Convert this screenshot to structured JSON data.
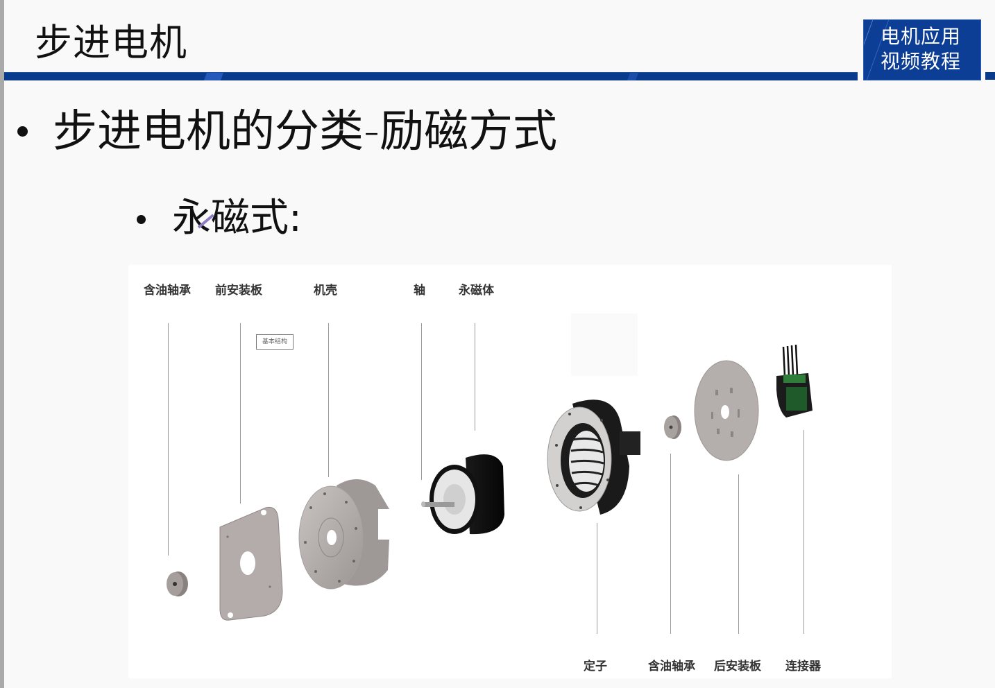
{
  "slide": {
    "title": "步进电机",
    "badge": {
      "line1": "电机应用",
      "line2": "视频教程"
    },
    "bullets": [
      {
        "level": 1,
        "text": "步进电机的分类-励磁方式"
      },
      {
        "level": 2,
        "text": "永磁式:"
      }
    ],
    "colors": {
      "accent": "#0a3a8c",
      "badge_bg": "#0d3e96",
      "text": "#111111"
    }
  },
  "diagram": {
    "tag": "基本结构",
    "top_labels": [
      {
        "text": "含油轴承"
      },
      {
        "text": "前安装板"
      },
      {
        "text": "机壳"
      },
      {
        "text": "轴"
      },
      {
        "text": "永磁体"
      }
    ],
    "bottom_labels": [
      {
        "text": "定子"
      },
      {
        "text": "含油轴承"
      },
      {
        "text": "后安装板"
      },
      {
        "text": "连接器"
      }
    ]
  }
}
